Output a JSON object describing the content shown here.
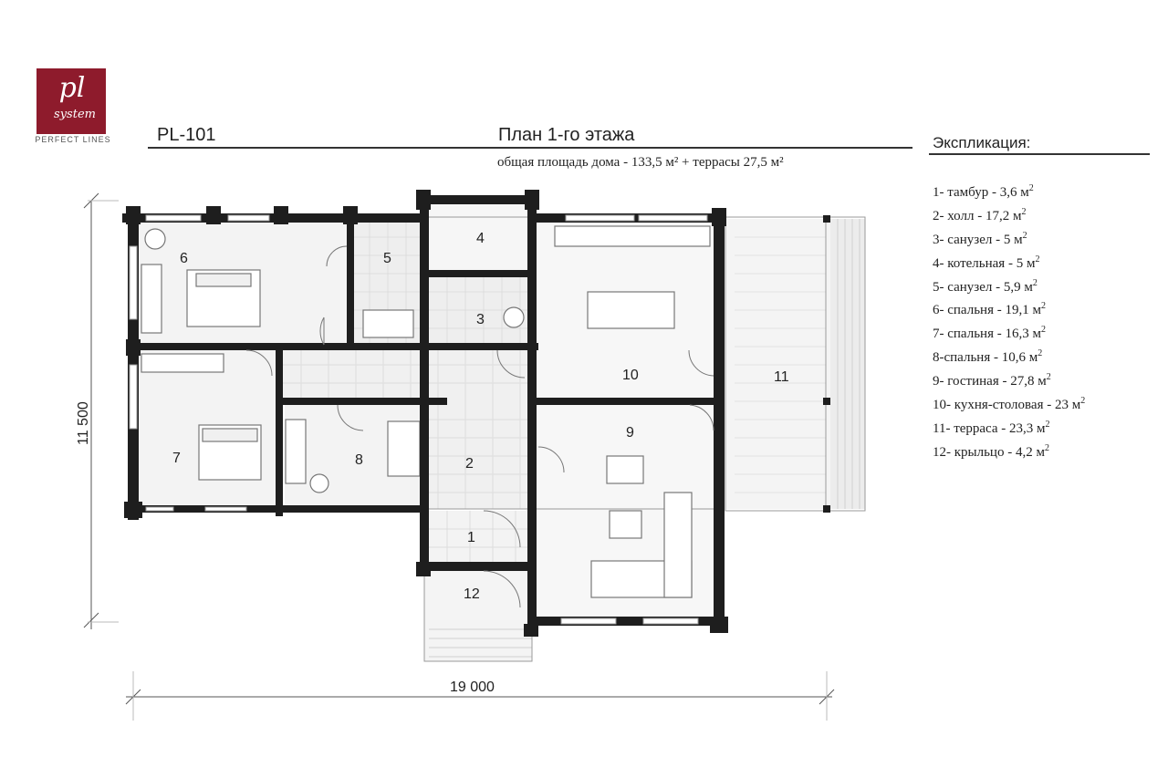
{
  "logo": {
    "mark": "pl",
    "sub": "system",
    "tagline": "PERFECT LINES"
  },
  "project_code": "PL-101",
  "title": "План 1-го этажа",
  "subtitle": "общая площадь дома - 133,5 м² + террасы 27,5 м²",
  "legend": {
    "title": "Экспликация:",
    "items": [
      {
        "label": "1- тамбур - 3,6 м",
        "sup": "2"
      },
      {
        "label": "2- холл - 17,2 м",
        "sup": "2"
      },
      {
        "label": "3- санузел - 5 м",
        "sup": "2"
      },
      {
        "label": "4- котельная - 5 м",
        "sup": "2"
      },
      {
        "label": "5- санузел - 5,9 м",
        "sup": "2"
      },
      {
        "label": "6- спальня - 19,1 м",
        "sup": "2"
      },
      {
        "label": "7- спальня - 16,3 м",
        "sup": "2"
      },
      {
        "label": "8-спальня - 10,6 м",
        "sup": "2"
      },
      {
        "label": "9- гостиная - 27,8 м",
        "sup": "2"
      },
      {
        "label": "10- кухня-столовая - 23 м",
        "sup": "2"
      },
      {
        "label": "11- терраса - 23,3 м",
        "sup": "2"
      },
      {
        "label": "12- крыльцо - 4,2 м",
        "sup": "2"
      }
    ]
  },
  "dimensions": {
    "height": "11 500",
    "width": "19 000"
  },
  "rooms": {
    "r1": "1",
    "r2": "2",
    "r3": "3",
    "r4": "4",
    "r5": "5",
    "r6": "6",
    "r7": "7",
    "r8": "8",
    "r9": "9",
    "r10": "10",
    "r11": "11",
    "r12": "12"
  },
  "colors": {
    "brand": "#8e1b2c",
    "wall": "#1e1e1e"
  }
}
